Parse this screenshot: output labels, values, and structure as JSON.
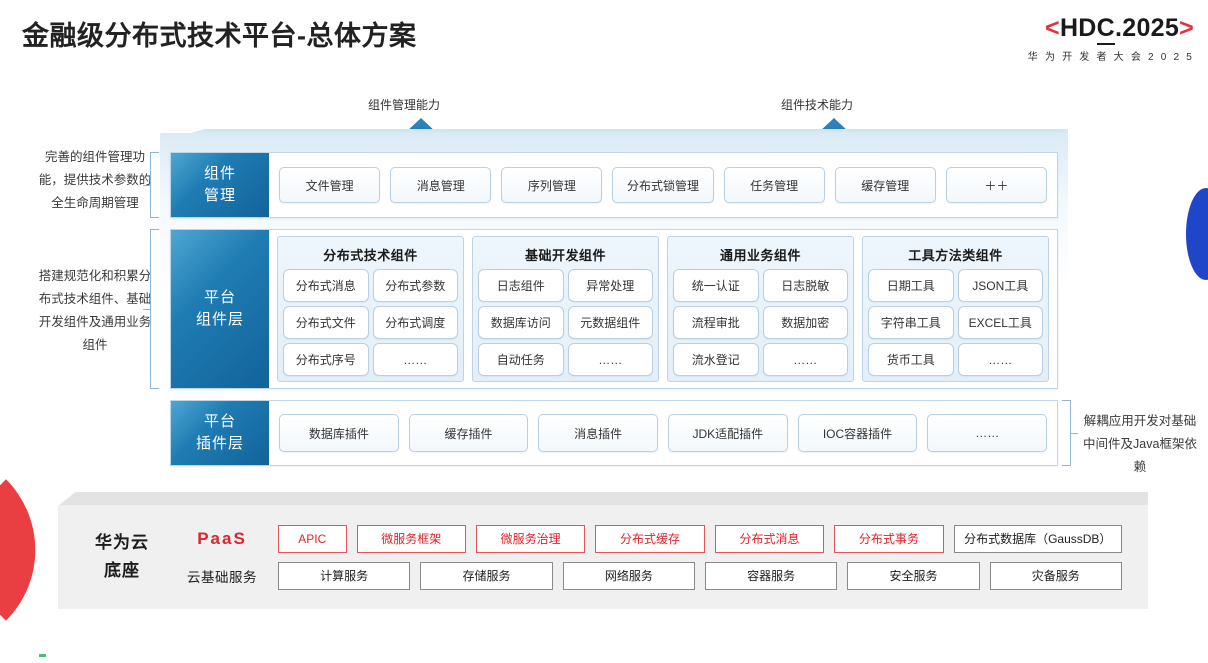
{
  "header": {
    "title": "金融级分布式技术平台-总体方案",
    "logo_bracket_left": "<",
    "logo_main_a": "HD",
    "logo_main_b": "C",
    "logo_main_c": ".2025",
    "logo_bracket_right": ">",
    "logo_sub": "华 为 开 发 者 大 会 2 0 2 5"
  },
  "arrows": [
    {
      "label": "组件管理能力"
    },
    {
      "label": "组件技术能力"
    }
  ],
  "annotations": {
    "left_top": "完善的组件管理功能，提供技术参数的全生命周期管理",
    "left_bottom": "搭建规范化和积累分布式技术组件、基础开发组件及通用业务组件",
    "right_bottom": "解耦应用开发对基础中间件及Java框架依赖"
  },
  "rows": {
    "management": {
      "side_line1": "组件",
      "side_line2": "管理",
      "items": [
        "文件管理",
        "消息管理",
        "序列管理",
        "分布式锁管理",
        "任务管理",
        "缓存管理",
        "＋＋"
      ]
    },
    "component": {
      "side_line1": "平台",
      "side_line2": "组件层",
      "groups": [
        {
          "title": "分布式技术组件",
          "items": [
            "分布式消息",
            "分布式参数",
            "分布式文件",
            "分布式调度",
            "分布式序号",
            "……"
          ]
        },
        {
          "title": "基础开发组件",
          "items": [
            "日志组件",
            "异常处理",
            "数据库访问",
            "元数据组件",
            "自动任务",
            "……"
          ]
        },
        {
          "title": "通用业务组件",
          "items": [
            "统一认证",
            "日志脱敏",
            "流程审批",
            "数据加密",
            "流水登记",
            "……"
          ]
        },
        {
          "title": "工具方法类组件",
          "items": [
            "日期工具",
            "JSON工具",
            "字符串工具",
            "EXCEL工具",
            "货币工具",
            "……"
          ]
        }
      ]
    },
    "plugin": {
      "side_line1": "平台",
      "side_line2": "插件层",
      "items": [
        "数据库插件",
        "缓存插件",
        "消息插件",
        "JDK适配插件",
        "IOC容器插件",
        "……"
      ]
    }
  },
  "base": {
    "label_line1": "华为云",
    "label_line2": "底座",
    "paas_tag": "PaaS",
    "cloud_tag": "云基础服务",
    "paas_items": [
      {
        "label": "APIC",
        "style": "red",
        "flex": 0.62
      },
      {
        "label": "微服务框架",
        "style": "red",
        "flex": 1
      },
      {
        "label": "微服务治理",
        "style": "red",
        "flex": 1
      },
      {
        "label": "分布式缓存",
        "style": "red",
        "flex": 1
      },
      {
        "label": "分布式消息",
        "style": "red",
        "flex": 1
      },
      {
        "label": "分布式事务",
        "style": "red",
        "flex": 1
      },
      {
        "label": "分布式数据库（GaussDB）",
        "style": "gray",
        "flex": 1.55
      }
    ],
    "cloud_items": [
      "计算服务",
      "存储服务",
      "网络服务",
      "容器服务",
      "安全服务",
      "灾备服务"
    ]
  },
  "colors": {
    "brand_red": "#d9262c",
    "brand_blue": "#1f7cb3",
    "arrow_blue": "#2d86bd",
    "lens_blue": "#1f45c8",
    "slice_red": "#ea3f42"
  }
}
